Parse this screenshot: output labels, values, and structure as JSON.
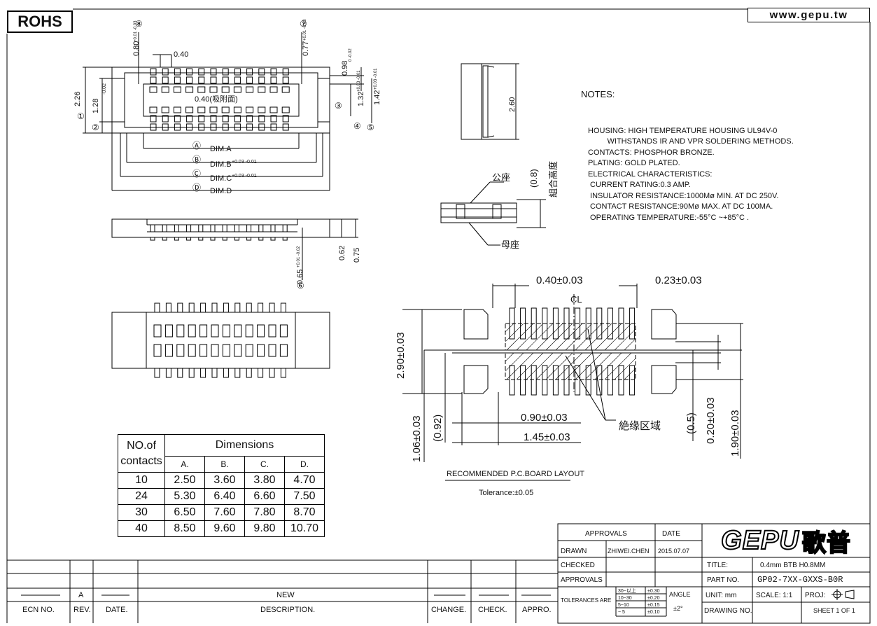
{
  "header": {
    "rohs": "ROHS",
    "website": "www.gepu.tw"
  },
  "top_view": {
    "callout_1": "①",
    "callout_2": "②",
    "callout_3": "③",
    "callout_4": "④",
    "callout_5": "⑤",
    "callout_7": "⑦",
    "callout_8": "⑧",
    "callout_6": "⑥",
    "pitch": "0.40",
    "pitch_ref": "0.40(吸附面)",
    "dim_2_26": "2.26",
    "dim_1_28": "1.28",
    "tol_1_28": "-0.02",
    "dim_0_80": "0.80",
    "tol_0_80": "+0.01 -0.03",
    "dim_0_77": "0.77",
    "tol_0_77": "+0.01 -0.03",
    "dim_0_98": "0.98",
    "tol_0_98": "0 -0.02",
    "dim_1_32": "1.32",
    "tol_1_32": "+0.03 -0.01",
    "dim_1_42": "1.42",
    "tol_1_42": "+0.03 -0.01",
    "circle_a": "Ⓐ",
    "circle_b": "Ⓑ",
    "circle_c": "Ⓒ",
    "circle_d": "Ⓓ",
    "dim_a": "DIM.A",
    "dim_b": "DIM.B",
    "tol_b": "+0.03 -0.01",
    "dim_c": "DIM.C",
    "tol_c": "+0.03 -0.01",
    "dim_d": "DIM.D"
  },
  "side_view": {
    "dim_0_65": "0.65",
    "tol_0_65": "+0.01 -0.02",
    "dim_0_62": "0.62",
    "dim_0_75": "0.75"
  },
  "end_view": {
    "dim_2_60": "2.60"
  },
  "mated_view": {
    "plug_label": "公座",
    "receptacle_label": "母座",
    "height": "(0.8)",
    "height_label": "組合高度"
  },
  "pcb_layout": {
    "pitch": "0.40±0.03",
    "width": "0.23±0.03",
    "cl": "CL",
    "dim_2_90": "2.90±0.03",
    "dim_1_06": "1.06±0.03",
    "dim_0_92": "(0.92)",
    "dim_0_90": "0.90±0.03",
    "dim_1_45": "1.45±0.03",
    "insulation": "絶缘区域",
    "dim_0_5": "(0.5)",
    "dim_0_20": "0.20±0.03",
    "dim_1_90": "1.90±0.03",
    "title": "RECOMMENDED P.C.BOARD LAYOUT",
    "tolerance": "Tolerance:±0.05"
  },
  "notes": {
    "heading": "NOTES:",
    "lines": [
      "HOUSING: HIGH TEMPERATURE HOUSING UL94V-0",
      "         WITHSTANDS IR AND VPR SOLDERING METHODS.",
      "CONTACTS: PHOSPHOR BRONZE.",
      "PLATING: GOLD PLATED.",
      "ELECTRICAL CHARACTERISTICS:",
      " CURRENT RATING:0.3 AMP.",
      " INSULATOR RESISTANCE:1000Mø MIN. AT DC 250V.",
      " CONTACT RESISTANCE:90Mø MAX. AT DC 100MA.",
      " OPERATING TEMPERATURE:-55°C ~+85°C ."
    ]
  },
  "dimensions_table": {
    "col_contacts": "NO.of contacts",
    "col_dimensions": "Dimensions",
    "sub": [
      "A.",
      "B.",
      "C.",
      "D."
    ],
    "rows": [
      [
        "10",
        "2.50",
        "3.60",
        "3.80",
        "4.70"
      ],
      [
        "24",
        "5.30",
        "6.40",
        "6.60",
        "7.50"
      ],
      [
        "30",
        "6.50",
        "7.60",
        "7.80",
        "8.70"
      ],
      [
        "40",
        "8.50",
        "9.60",
        "9.80",
        "10.70"
      ]
    ]
  },
  "title_block": {
    "approvals": "APPROVALS",
    "date": "DATE",
    "drawn": "DRAWN",
    "drawn_by": "ZHIWEI.CHEN",
    "drawn_date": "2015.07.07",
    "checked": "CHECKED",
    "approvals_row": "APPROVALS",
    "tolerances": "TOLERANCES ARE",
    "tol_ranges": [
      "30~以上",
      "10~30",
      "5~10",
      "~ 5"
    ],
    "tol_values": [
      "±0.30",
      "±0.20",
      "±0.15",
      "±0.10"
    ],
    "angle": "ANGLE",
    "angle_tol": "±2°",
    "logo": "GEPU",
    "logo_cn": "歌普",
    "title_label": "TITLE:",
    "title_value": "0.4mm BTB H0.8MM",
    "part_label": "PART NO.",
    "part_value": "GP02-7XX-GXXS-B0R",
    "unit": "UNIT: mm",
    "scale": "SCALE:  1:1",
    "proj": "PROJ:",
    "drawing_no": "DRAWING NO.",
    "sheet": "SHEET  1 OF 1"
  },
  "revision_block": {
    "rev": "A",
    "description": "NEW",
    "ecn_label": "ECN NO.",
    "rev_label": "REV.",
    "date_label": "DATE.",
    "desc_label": "DESCRIPTION.",
    "change_label": "CHANGE.",
    "check_label": "CHECK.",
    "appro_label": "APPRO."
  }
}
